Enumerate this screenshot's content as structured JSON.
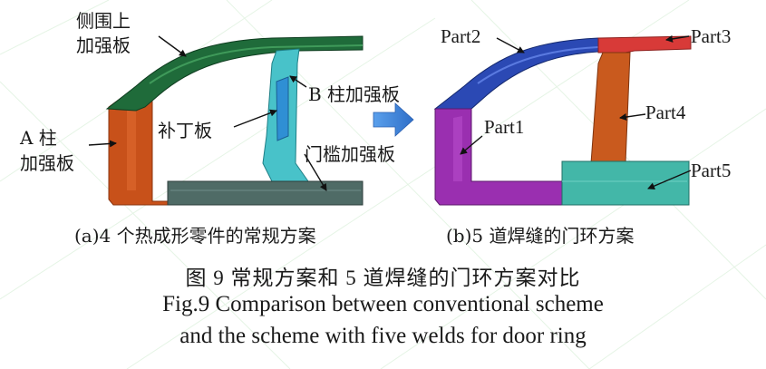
{
  "figure": {
    "left_panel": {
      "callouts": {
        "side_outer": "侧围上\n加强板",
        "a_pillar": "A 柱\n加强板",
        "b_pillar": "B 柱加强板",
        "patch": "补丁板",
        "sill": "门槛加强板"
      },
      "caption": "(a)4 个热成形零件的常规方案"
    },
    "right_panel": {
      "callouts": {
        "part1": "Part1",
        "part2": "Part2",
        "part3": "Part3",
        "part4": "Part4",
        "part5": "Part5"
      },
      "caption": "(b)5 道焊缝的门环方案"
    },
    "arrow_icon": "right-arrow-icon"
  },
  "caption": {
    "chinese": "图 9   常规方案和 5 道焊缝的门环方案对比",
    "english_line1": "Fig.9  Comparison between conventional scheme",
    "english_line2": "and the scheme with five welds for door ring"
  },
  "colors": {
    "green_roof": "#1f6b3a",
    "orange_a": "#c8511a",
    "teal_b": "#48c2c9",
    "gray_sill": "#4f6b66",
    "blue_part2": "#2b49b4",
    "red_part3": "#d83a38",
    "purple_part1": "#9a2fb0",
    "orange_part4": "#c95a1e",
    "teal_part5": "#43b7a8",
    "arrow_blue": "#3a7fd8"
  }
}
